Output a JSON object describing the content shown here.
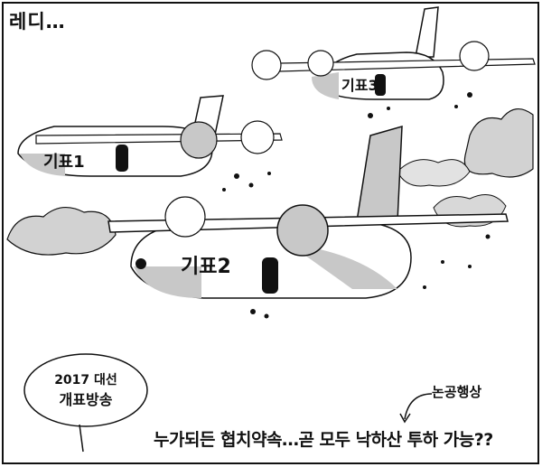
{
  "header": {
    "text": "레디…"
  },
  "planes": [
    {
      "label": "기표1"
    },
    {
      "label": "기표2"
    },
    {
      "label": "기표3"
    }
  ],
  "speech_bubble": {
    "line1": "2017 대선",
    "line2": "개표방송"
  },
  "annotation": {
    "text": "논공행상"
  },
  "caption": {
    "text": "누가되든 협치약속…곧 모두 낙하산 투하 가능??"
  },
  "colors": {
    "ink": "#111111",
    "shade": "#c8c8c8",
    "paper": "#ffffff"
  }
}
